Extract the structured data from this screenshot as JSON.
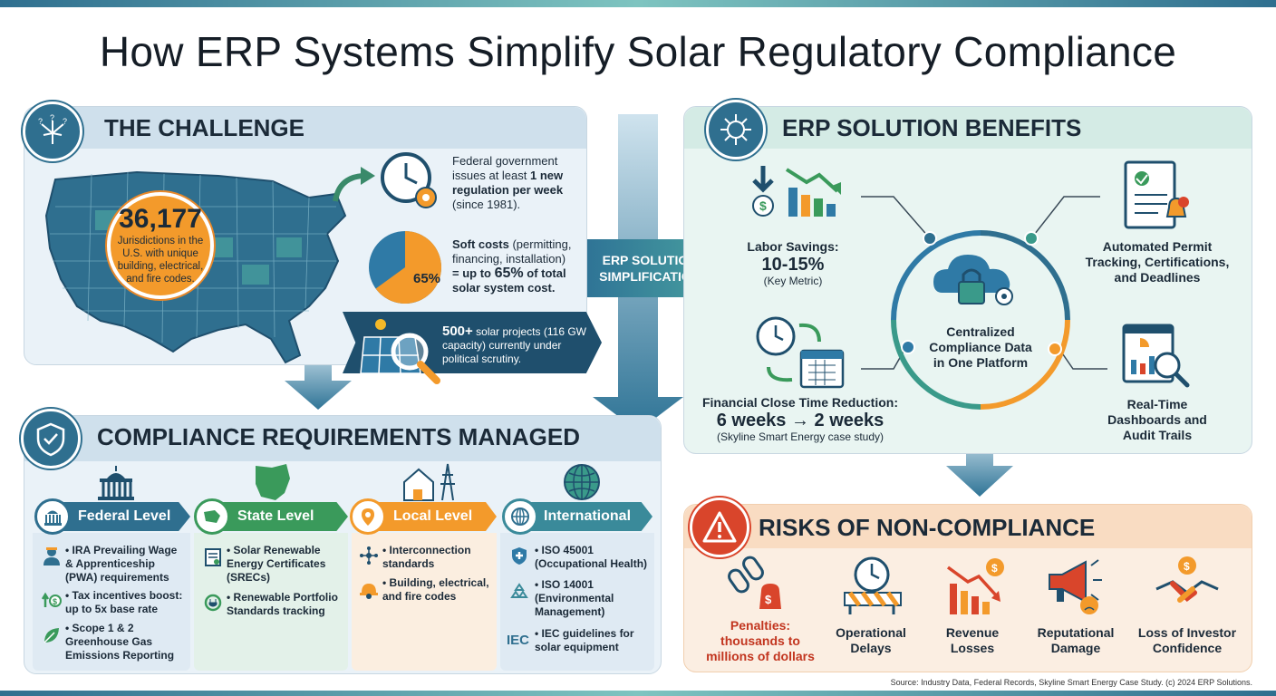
{
  "title": "How ERP Systems Simplify Solar Regulatory Compliance",
  "challenge": {
    "title": "THE CHALLENGE",
    "jurisdictions_number": "36,177",
    "jurisdictions_text": "Jurisdictions in the U.S. with unique building, electrical, and fire codes.",
    "regulation_line1": "Federal government",
    "regulation_line2": "issues at least",
    "regulation_bold": "1 new regulation per week",
    "regulation_line3": "(since 1981).",
    "pie_label": "65%",
    "soft_bold1": "Soft costs",
    "soft_line1": "(permitting, financing, installation)",
    "soft_line2": "= up to",
    "soft_bold2": "65%",
    "soft_line3": "of total solar system cost.",
    "projects_bold": "500+",
    "projects_line1": "solar projects",
    "projects_line2": "(116 GW capacity) currently under political scrutiny."
  },
  "center_arrow": {
    "label_line1": "ERP SOLUTION",
    "label_line2": "SIMPLIFICATION"
  },
  "benefits": {
    "title": "ERP SOLUTION BENEFITS",
    "labor_label": "Labor Savings:",
    "labor_value": "10-15%",
    "labor_note": "(Key Metric)",
    "close_label": "Financial Close Time Reduction:",
    "close_value": "6 weeks → 2 weeks",
    "close_note": "(Skyline Smart Energy case study)",
    "center_line1": "Centralized",
    "center_line2": "Compliance Data",
    "center_line3": "in One Platform",
    "permit_line1": "Automated Permit",
    "permit_line2": "Tracking, Certifications,",
    "permit_line3": "and Deadlines",
    "dash_line1": "Real-Time",
    "dash_line2": "Dashboards and",
    "dash_line3": "Audit Trails"
  },
  "compliance": {
    "title": "COMPLIANCE REQUIREMENTS MANAGED",
    "levels": [
      {
        "label": "Federal Level",
        "items": [
          "IRA Prevailing Wage & Apprenticeship (PWA) requirements",
          "Tax incentives boost: up to 5x base rate",
          "Scope 1 & 2 Greenhouse Gas Emissions Reporting"
        ]
      },
      {
        "label": "State Level",
        "items": [
          "Solar Renewable Energy Certificates (SRECs)",
          "Renewable Portfolio Standards tracking"
        ]
      },
      {
        "label": "Local Level",
        "items": [
          "Interconnection standards",
          "Building, electrical, and fire codes"
        ]
      },
      {
        "label": "International",
        "items": [
          "ISO 45001 (Occupational Health)",
          "ISO 14001 (Environmental Management)",
          "IEC guidelines for solar equipment"
        ]
      }
    ],
    "iec_text": "IEC"
  },
  "risks": {
    "title": "RISKS OF NON-COMPLIANCE",
    "items": [
      {
        "line1": "Penalties:",
        "line2": "thousands to",
        "line3": "millions of dollars"
      },
      {
        "line1": "Operational",
        "line2": "Delays",
        "line3": ""
      },
      {
        "line1": "Revenue",
        "line2": "Losses",
        "line3": ""
      },
      {
        "line1": "Reputational",
        "line2": "Damage",
        "line3": ""
      },
      {
        "line1": "Loss of Investor",
        "line2": "Confidence",
        "line3": ""
      }
    ]
  },
  "footer": "Source: Industry Data, Federal Records, Skyline Smart Energy Case Study. (c) 2024 ERP Solutions.",
  "colors": {
    "navy": "#1f4f6d",
    "teal": "#2f8a8a",
    "orange": "#f39a2b",
    "red": "#d9452b",
    "green": "#3a9a5b"
  }
}
